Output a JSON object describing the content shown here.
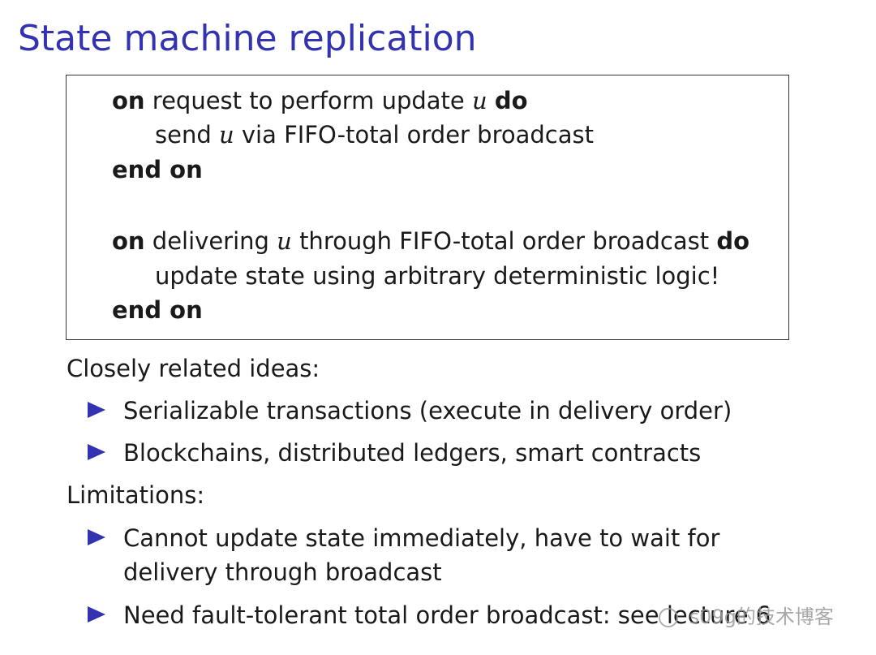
{
  "slide": {
    "title": "State machine replication",
    "accent_color": "#3333b2"
  },
  "algorithm": {
    "block1": {
      "on_kw": "on",
      "header_text": "request to perform update",
      "var": "u",
      "do_kw": "do",
      "body_pre": "send",
      "body_var": "u",
      "body_post": "via FIFO-total order broadcast",
      "end_kw": "end on"
    },
    "block2": {
      "on_kw": "on",
      "header_pre": "delivering",
      "var": "u",
      "header_post": "through FIFO-total order broadcast",
      "do_kw": "do",
      "body": "update state using arbitrary deterministic logic!",
      "end_kw": "end on"
    }
  },
  "related": {
    "heading": "Closely related ideas:",
    "items": [
      "Serializable transactions (execute in delivery order)",
      "Blockchains, distributed ledgers, smart contracts"
    ]
  },
  "limitations": {
    "heading": "Limitations:",
    "items": [
      {
        "line1": "Cannot update state immediately, have to wait for",
        "line2": "delivery through broadcast"
      },
      {
        "line1": "Need fault-tolerant total order broadcast: see lecture 6"
      }
    ]
  },
  "watermark": {
    "icon": "wechat-logo-icon",
    "text": "s09g的技术博客"
  }
}
